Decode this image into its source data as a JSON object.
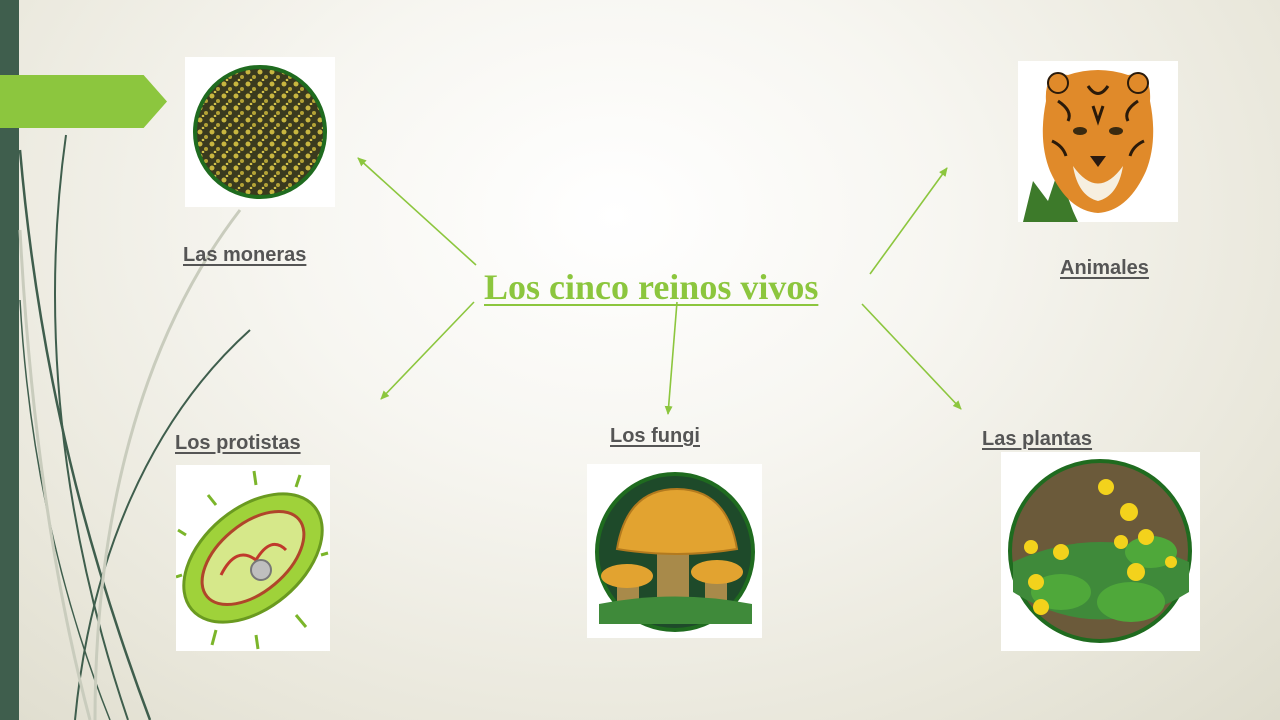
{
  "slide": {
    "title": "Los cinco reinos vivos",
    "accent_color": "#8cc63e",
    "label_color": "#555555",
    "sidebar_color": "#3f5e4d"
  },
  "kingdoms": {
    "moneras": {
      "label": "Las moneras",
      "icon": "bacteria-colony-icon"
    },
    "animales": {
      "label": "Animales",
      "icon": "tiger-icon"
    },
    "protistas": {
      "label": "Los protistas",
      "icon": "protist-cell-icon"
    },
    "fungi": {
      "label": "Los fungi",
      "icon": "mushroom-icon"
    },
    "plantas": {
      "label": "Las plantas",
      "icon": "yellow-flowers-icon"
    }
  }
}
